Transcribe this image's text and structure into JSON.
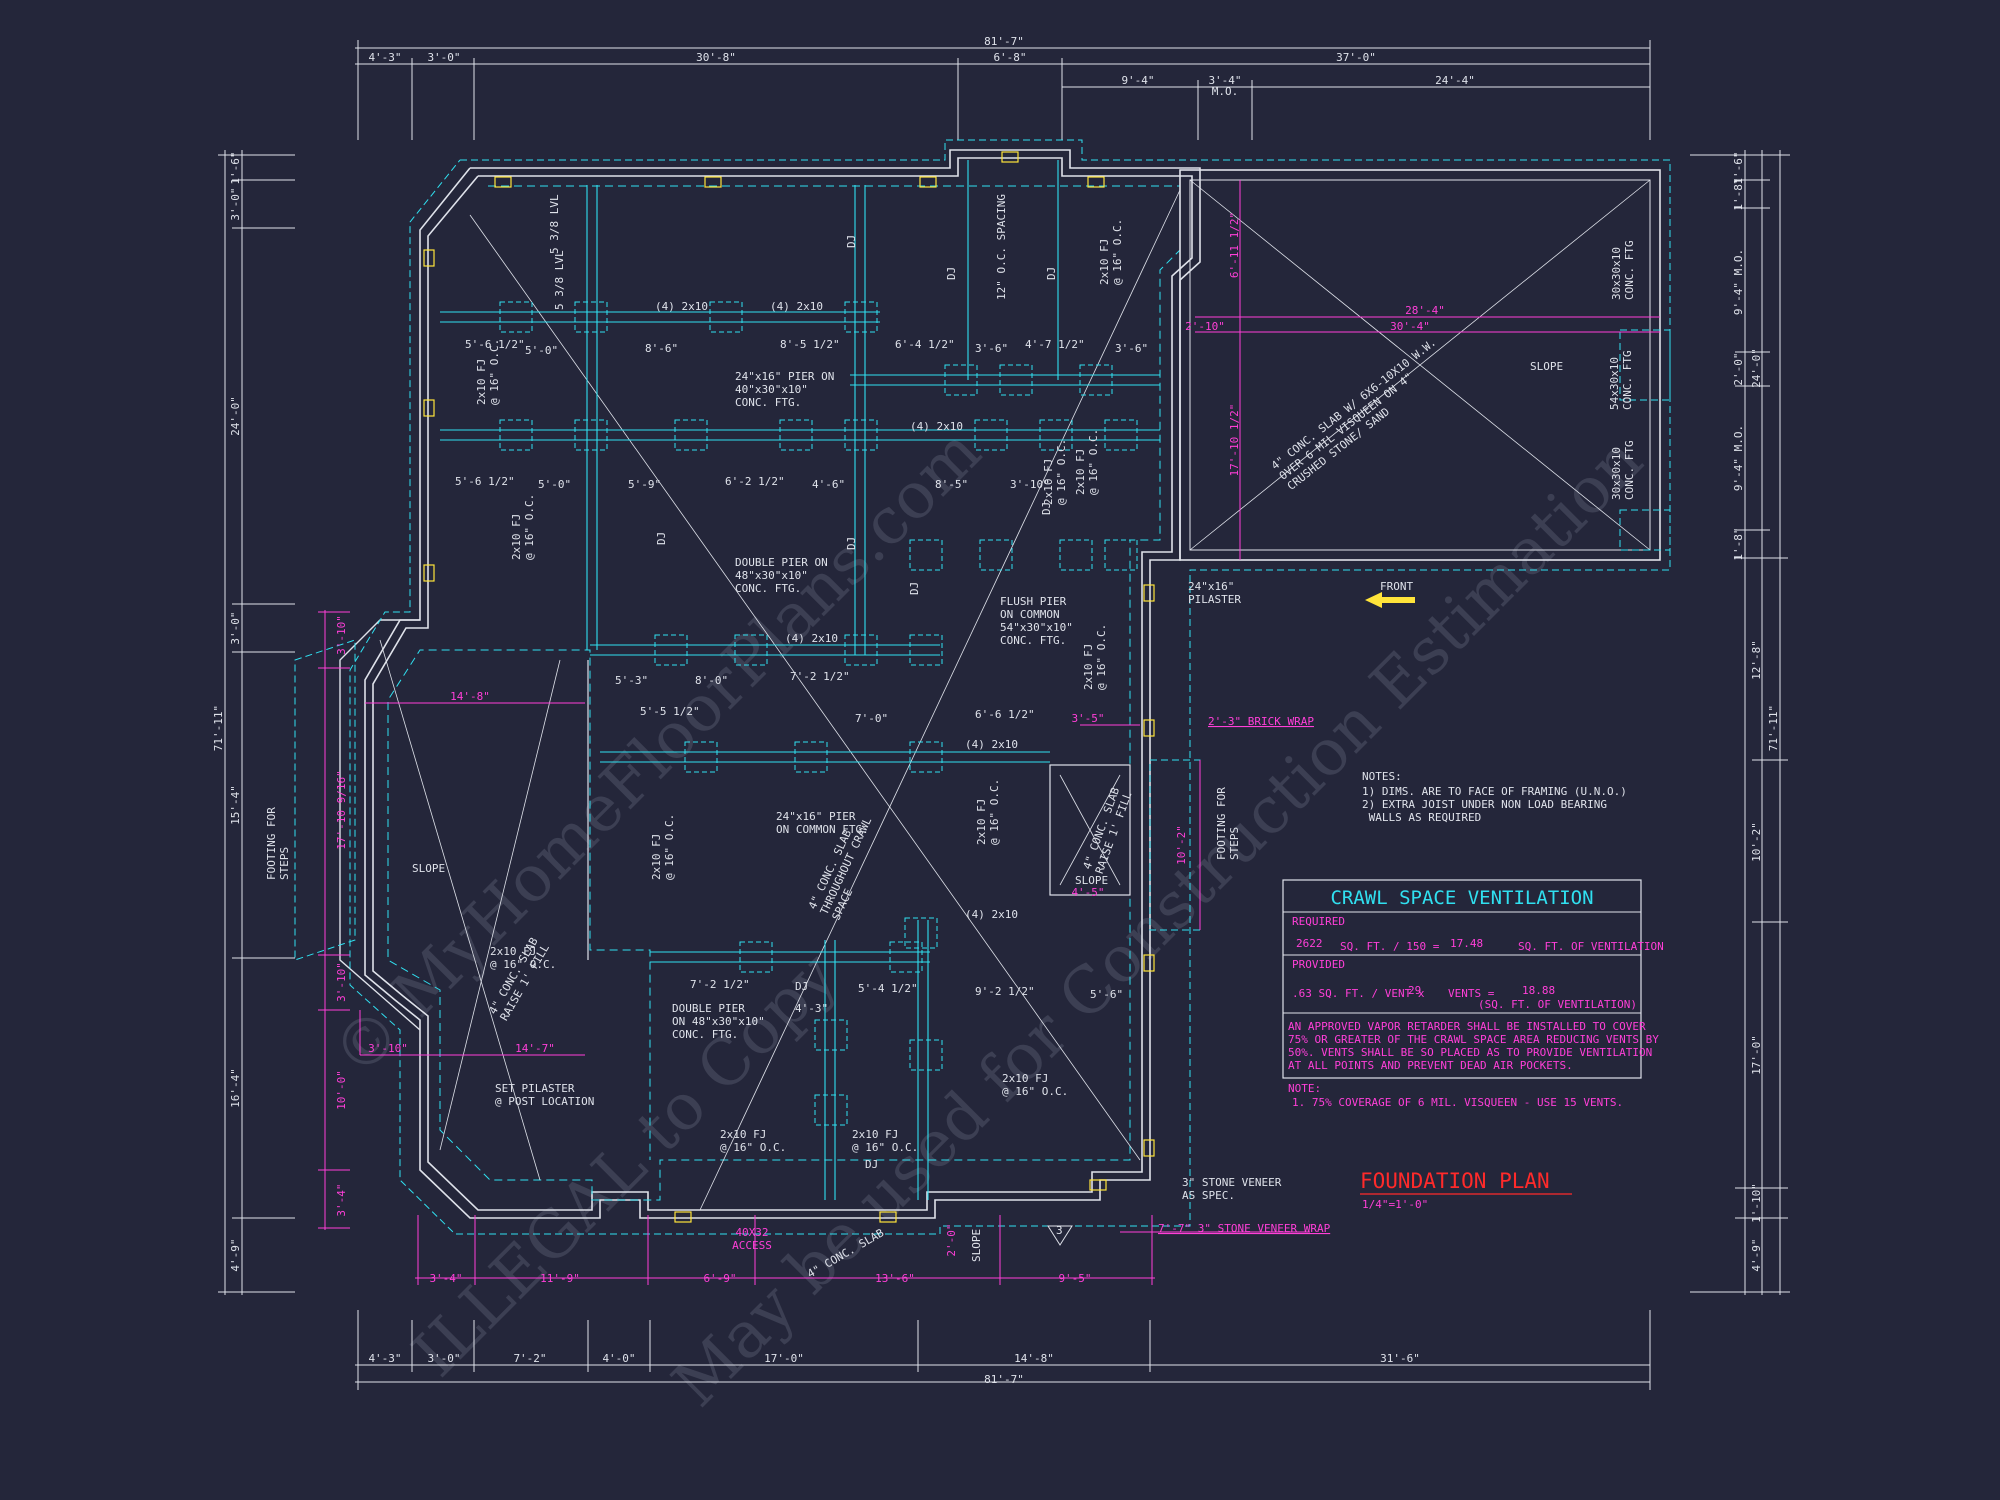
{
  "title": "FOUNDATION PLAN",
  "scale": "1/4\"=1'-0\"",
  "colors": {
    "background": "#24263a",
    "framing": "#30e0f0",
    "walls": "#dfe2ea",
    "dimensions": "#ff3fd8",
    "title": "#ff2a2a",
    "markers": "#ffe43a"
  },
  "watermark": {
    "line1": "© MyHomeFloorPlans.com",
    "line2": "ILLEGAL to Copy",
    "line3": "May be used for Construction Estimation"
  },
  "top_dims": {
    "overall": "81'-7\"",
    "row1": [
      "4'-3\"",
      "3'-0\"",
      "30'-8\"",
      "6'-8\"",
      "37'-0\""
    ],
    "row2": [
      "9'-4\"",
      "3'-4\"",
      "24'-4\""
    ],
    "mo": "M.O."
  },
  "bottom_dims": {
    "overall": "81'-7\"",
    "row1": [
      "4'-3\"",
      "3'-0\"",
      "7'-2\"",
      "4'-0\"",
      "17'-0\"",
      "14'-8\"",
      "31'-6\""
    ]
  },
  "left_dims": {
    "overall": "71'-11\"",
    "segments": [
      "1'-6\"",
      "3'-0\"",
      "24'-0\"",
      "3'-0\"",
      "15'-4\"",
      "16'-4\"",
      "4'-9\""
    ]
  },
  "right_dims": {
    "overall": "71'-11\"",
    "segments": [
      "1'-6\"",
      "1'-8\"",
      "9'-4\" M.O.",
      "2'-0\"",
      "9'-4\" M.O.",
      "1'-8\"",
      "24'-0\"",
      "12'-8\"",
      "10'-2\"",
      "17'-0\"",
      "1'-10\"",
      "4'-9\""
    ]
  },
  "magenta_dims": {
    "left_col": [
      "3'-10\"",
      "17'-10 9/16\"",
      "3'-10\"",
      "10'-0\"",
      "3'-4\""
    ],
    "bottom": [
      "3'-4\"",
      "11'-9\"",
      "6'-9\"",
      "13'-6\"",
      "9'-5\""
    ],
    "garage": [
      "28'-4\"",
      "30'-4\"",
      "2'-10\"",
      "17'-10 1/2\"",
      "6'-11 1/2\""
    ],
    "misc": [
      "14'-8\"",
      "14'-7\"",
      "3'-10\"",
      "3'-5\"",
      "4'-5\"",
      "10'-2\"",
      "2'-0\""
    ]
  },
  "labels": {
    "pier_24x16": "24\"x16\" PIER ON\n40\"x30\"x10\"\nCONC. FTG.",
    "double_pier_1": "DOUBLE PIER ON\n48\"x30\"x10\"\nCONC. FTG.",
    "flush_pier": "FLUSH PIER\nON COMMON\n54\"x30\"x10\"\nCONC. FTG.",
    "pier_common": "24\"x16\" PIER\nON COMMON FTG.",
    "double_pier_2": "DOUBLE PIER\nON 48\"x30\"x10\"\nCONC. FTG.",
    "set_pilaster": "SET PILASTER\n@ POST LOCATION",
    "pilaster": "24\"x16\"\nPILASTER",
    "brick_wrap": "2'-3\" BRICK WRAP",
    "stone_veneer": "3\" STONE VENEER\nAS SPEC.",
    "stone_wrap": "7'-7\" 3\" STONE VENEER WRAP",
    "access": "40X32\nACCESS",
    "slab_garage": "4\" CONC. SLAB W/ 6X6-10X10 W.W.\nOVER 6 MIL VISQUEEN ON 4\"\nCRUSHED STONE/ SAND",
    "slab_porch": "4\" CONC. SLAB\nRAISE 1' FILL",
    "slab_side": "4\" CONC. SLAB\nRAISE 1' FILL",
    "slab_crawl": "4\" CONC. SLAB\nTHROUGHOUT CRAWL\nSPACE",
    "slab_bottom": "4\" CONC. SLAB",
    "footing_left": "FOOTING FOR\nSTEPS",
    "footing_right": "FOOTING FOR\nSTEPS",
    "ftg_1": "30x30x10\nCONC. FTG",
    "ftg_2": "54x30x10\nCONC. FTG",
    "ftg_3": "30x30x10\nCONC. FTG",
    "slope": "SLOPE",
    "front": "FRONT",
    "spacing": "12\" O.C. SPACING",
    "lvl": "5 3/8 LVL",
    "joist": "2x10 FJ\n@ 16\" O.C.",
    "dj": "DJ",
    "x2x10": "(4) 2x10",
    "callout": "3"
  },
  "framing_dims": [
    "5'-6 1/2\"",
    "5'-0\"",
    "8'-6\"",
    "8'-5 1/2\"",
    "6'-4 1/2\"",
    "3'-6\"",
    "4'-7 1/2\"",
    "3'-6\"",
    "5'-6 1/2\"",
    "5'-0\"",
    "5'-9\"",
    "6'-2 1/2\"",
    "4'-6\"",
    "8'-5\"",
    "3'-10\"",
    "5'-3\"",
    "8'-0\"",
    "7'-2 1/2\"",
    "5'-5 1/2\"",
    "7'-0\"",
    "6'-6 1/2\"",
    "7'-2 1/2\"",
    "9'-2 1/2\"",
    "5'-6\"",
    "4'-3\"",
    "5'-4 1/2\""
  ],
  "notes": {
    "heading": "NOTES:",
    "items": [
      "1) DIMS. ARE TO FACE OF FRAMING (U.N.O.)",
      "2) EXTRA JOIST UNDER NON LOAD BEARING\n    WALLS AS REQUIRED"
    ]
  },
  "ventilation": {
    "title": "CRAWL SPACE VENTILATION",
    "required_label": "REQUIRED",
    "required_sqft": "2622",
    "required_line": "SQ. FT. / 150 =",
    "required_result": "17.48",
    "required_unit": "SQ. FT. OF VENTILATION",
    "provided_label": "PROVIDED",
    "provided_rate": ".63 SQ. FT. / VENT x",
    "provided_vents": "29",
    "provided_mid": "VENTS =",
    "provided_result": "18.88",
    "provided_unit": "(SQ. FT. OF VENTILATION)",
    "statement": "AN APPROVED VAPOR RETARDER SHALL BE INSTALLED TO COVER\n75% OR GREATER OF THE CRAWL SPACE AREA REDUCING VENTS BY\n50%. VENTS SHALL BE SO PLACED AS TO PROVIDE VENTILATION\nAT ALL POINTS AND PREVENT DEAD AIR POCKETS.",
    "note_heading": "NOTE:",
    "note_text": "1.  75% COVERAGE OF 6 MIL. VISQUEEN - USE 15 VENTS."
  }
}
